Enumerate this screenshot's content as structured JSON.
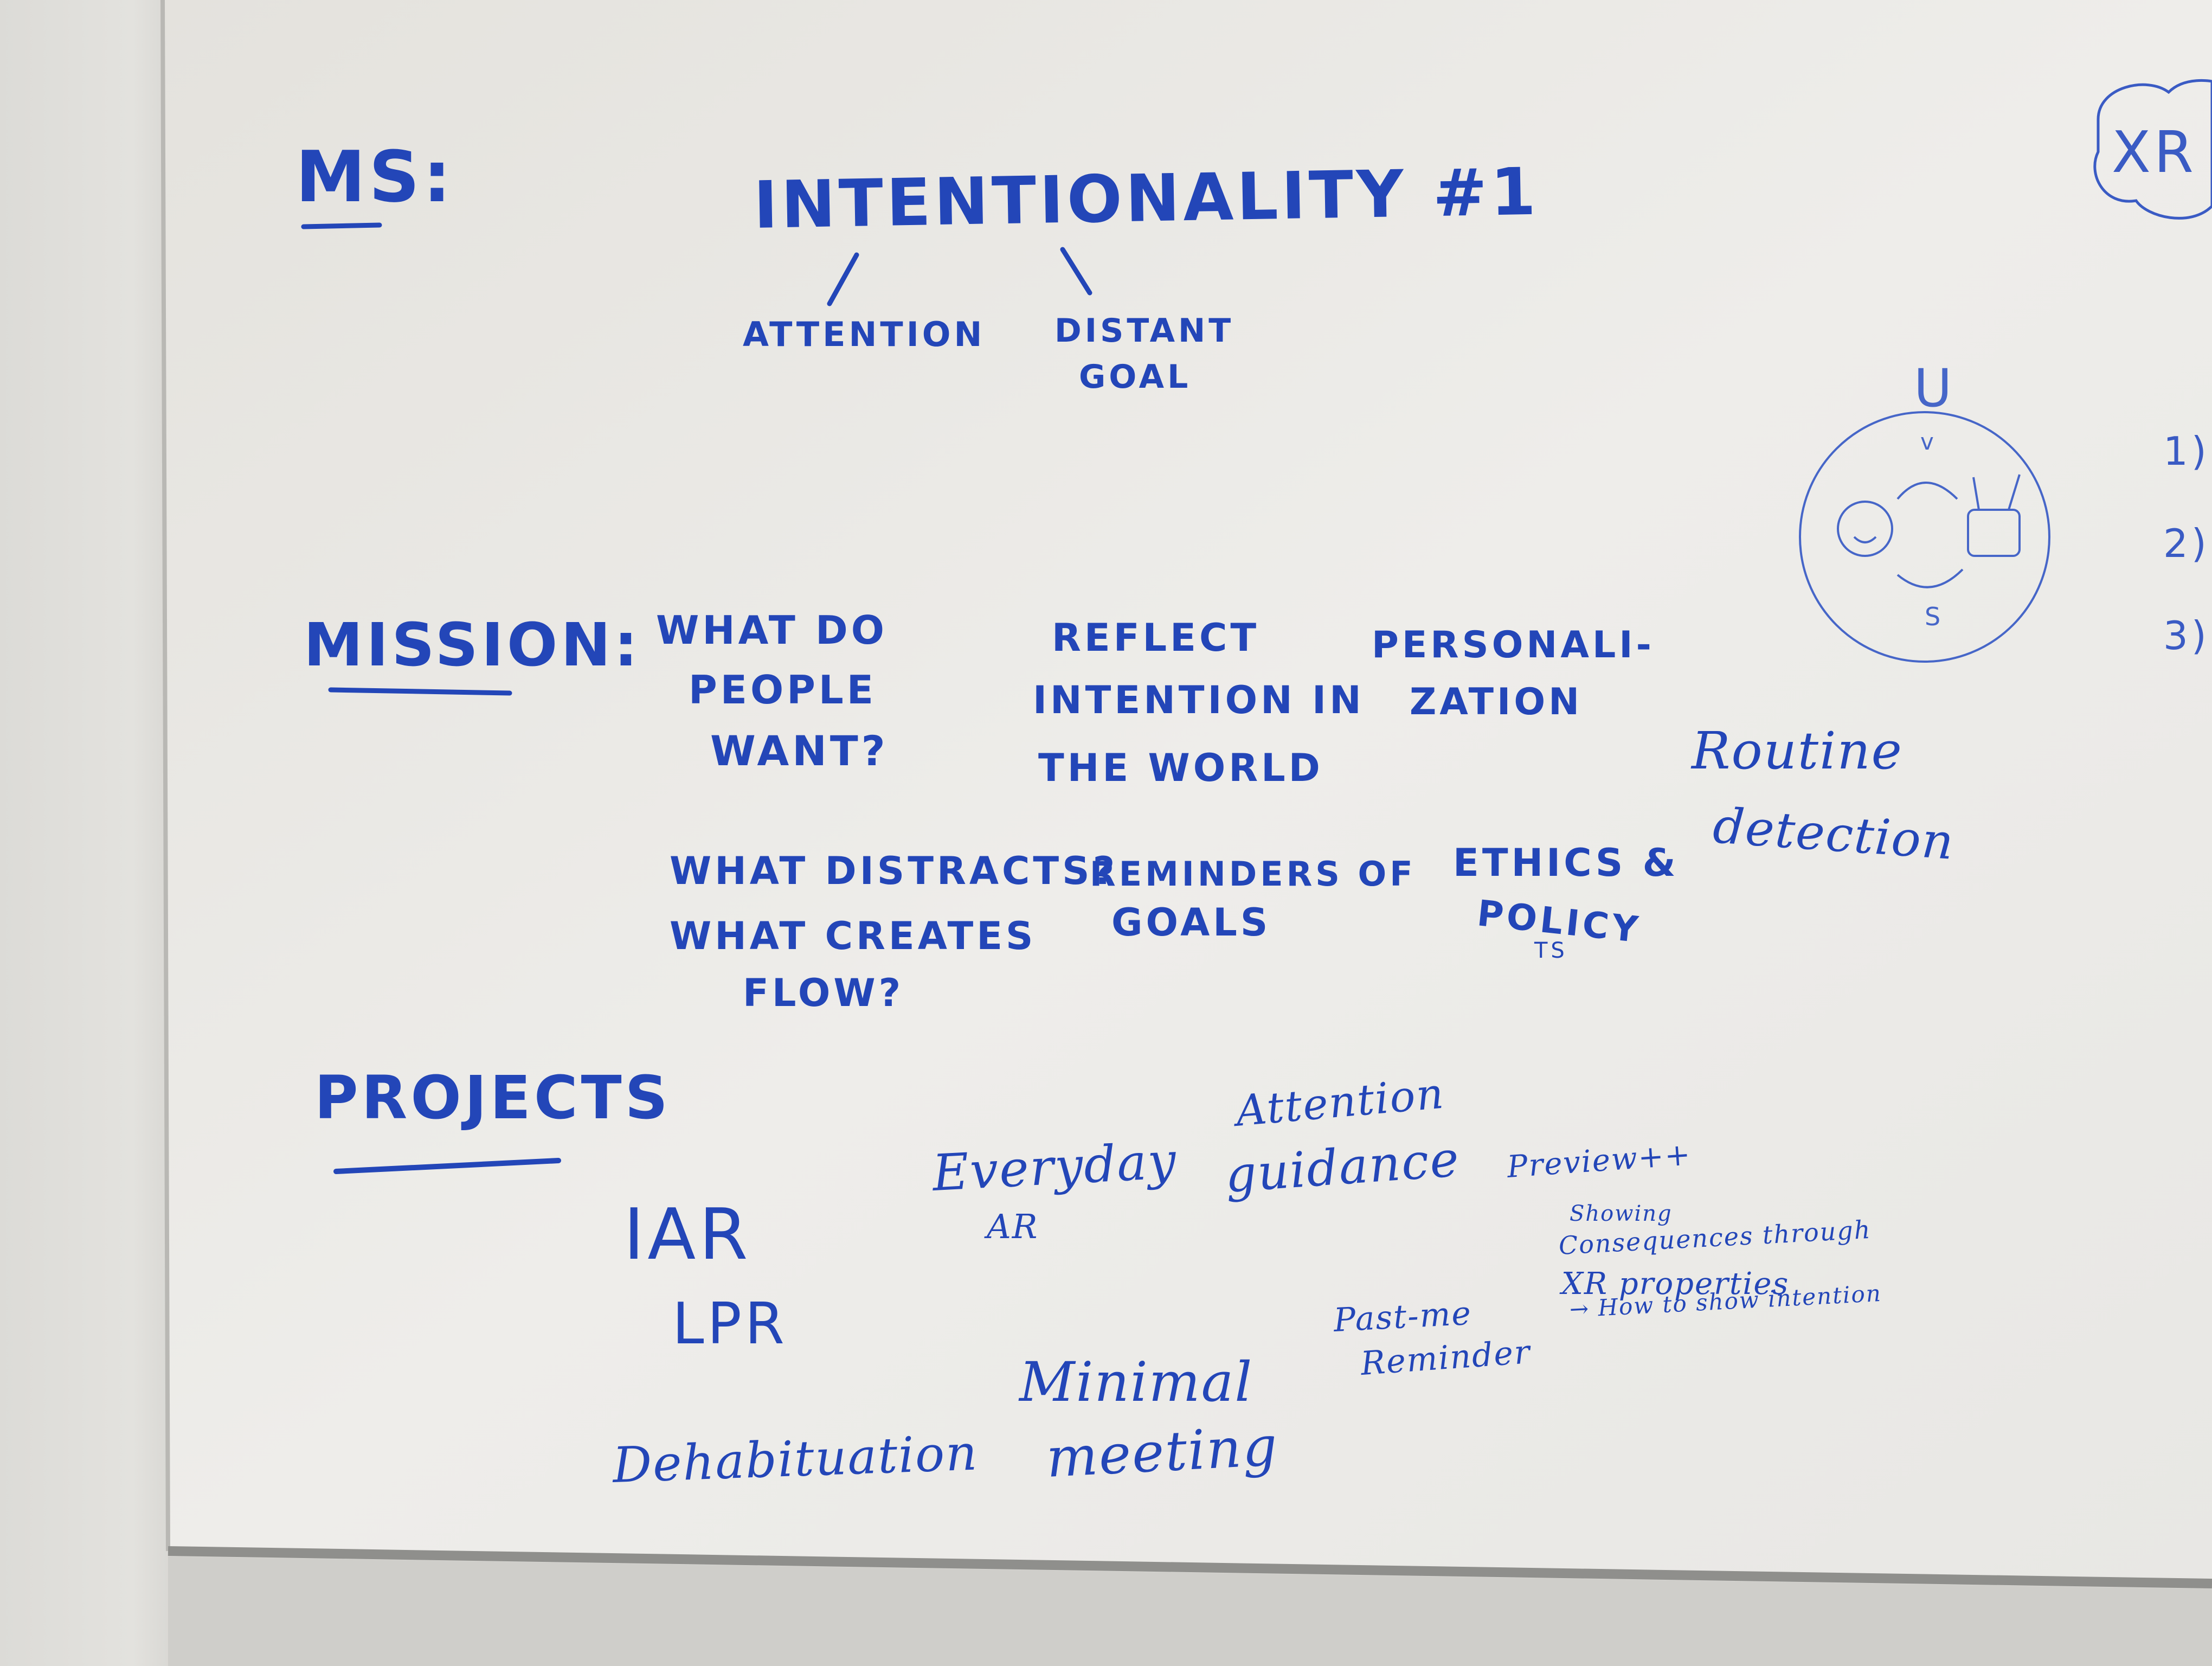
{
  "whiteboard": {
    "ms_label": "MS:",
    "title": "INTENTIONALITY #1",
    "branches": [
      "ATTENTION",
      "DISTANT",
      "GOAL"
    ],
    "mission_label": "MISSION:",
    "mission_items": [
      "WHAT DO",
      "PEOPLE",
      "WANT?",
      "REFLECT",
      "INTENTION IN",
      "THE WORLD",
      "PERSONALI-",
      "ZATION",
      "Routine",
      "detection",
      "WHAT DISTRACTS?",
      "WHAT CREATES",
      "FLOW?",
      "REMINDERS OF",
      "GOALS",
      "ETHICS &",
      "POLICY",
      "TS"
    ],
    "project_label": "PROJECTS",
    "project_items": [
      "IAR",
      "LPR",
      "Everyday",
      "AR",
      "Attention",
      "guidance",
      "Preview++",
      "Showing",
      "Consequences through",
      "XR properties",
      "→ How to show intention",
      "Past-me",
      "Reminder",
      "Minimal",
      "meeting",
      "Dehabituation"
    ],
    "right_edge": [
      "XR",
      "1)",
      "2)",
      "3)"
    ],
    "diagram_marks": [
      "U",
      "v",
      "S"
    ]
  },
  "colors": {
    "marker": "#2346b8",
    "board": "#eeece8",
    "frame": "#8f8f8c",
    "wall": "#dcdbd7"
  }
}
